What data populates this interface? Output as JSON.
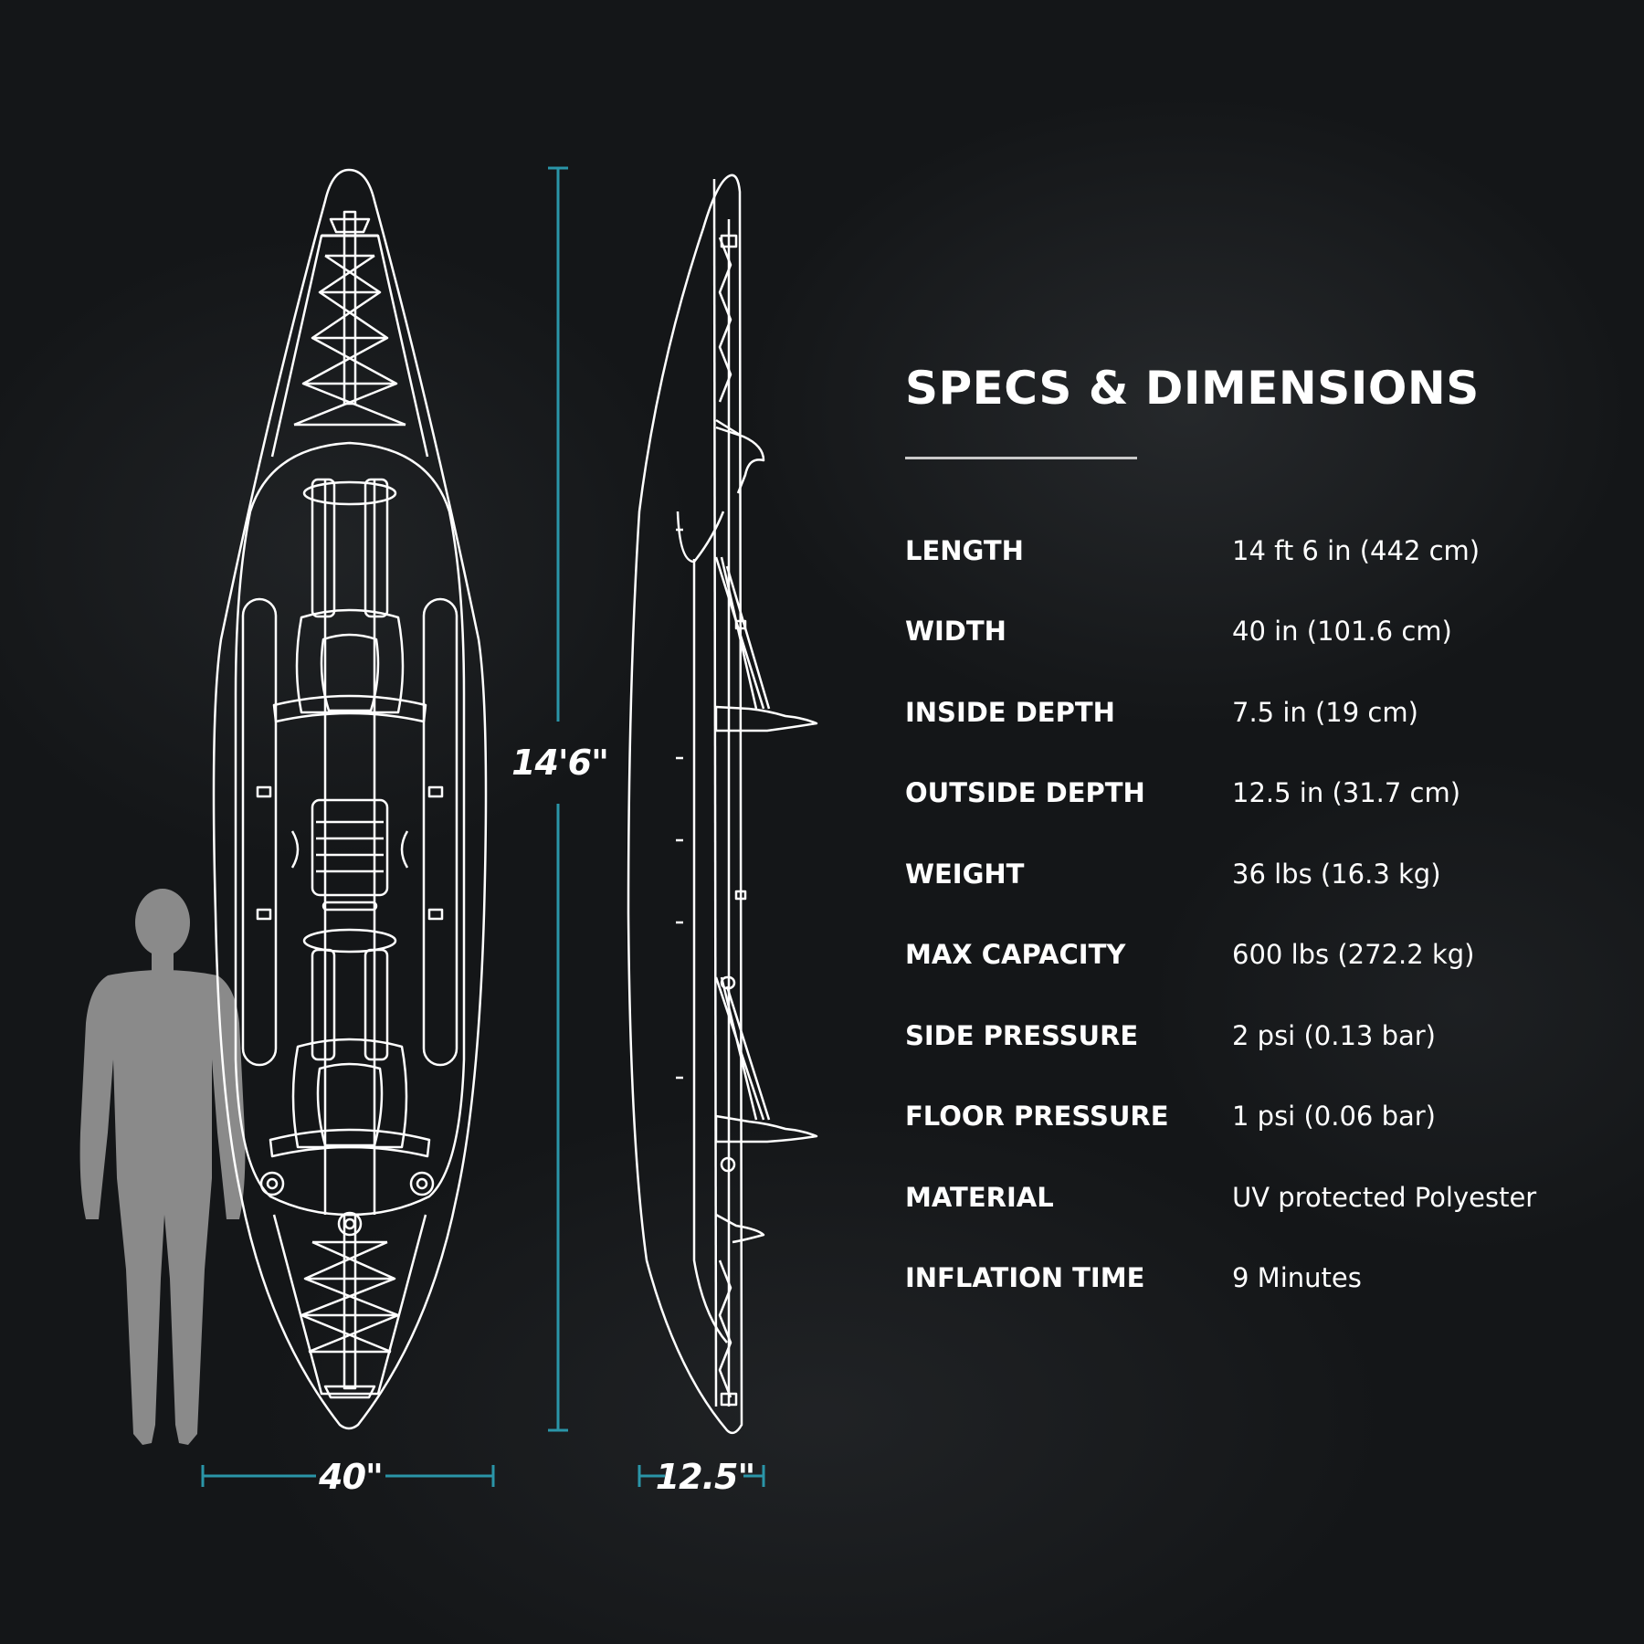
{
  "title": "SPECS & DIMENSIONS",
  "dimensions": {
    "length_label": "14'6\"",
    "width_label": "40\"",
    "height_label": "12.5\""
  },
  "specs": [
    {
      "label": "LENGTH",
      "value": "14 ft 6 in  (442 cm)"
    },
    {
      "label": "WIDTH",
      "value": "40 in (101.6 cm)"
    },
    {
      "label": "INSIDE DEPTH",
      "value": "7.5 in (19 cm)"
    },
    {
      "label": "OUTSIDE DEPTH",
      "value": "12.5 in (31.7 cm)"
    },
    {
      "label": "WEIGHT",
      "value": "36 lbs (16.3 kg)"
    },
    {
      "label": "MAX CAPACITY",
      "value": "600 lbs (272.2 kg)"
    },
    {
      "label": "SIDE PRESSURE",
      "value": "2 psi (0.13 bar)"
    },
    {
      "label": "FLOOR PRESSURE",
      "value": "1 psi (0.06 bar)"
    },
    {
      "label": "MATERIAL",
      "value": "UV protected Polyester"
    },
    {
      "label": "INFLATION TIME",
      "value": "9 Minutes"
    }
  ],
  "colors": {
    "accent": "#2a95a8",
    "line": "#ffffff",
    "silhouette": "#8a8a8a",
    "background": "#141618"
  }
}
